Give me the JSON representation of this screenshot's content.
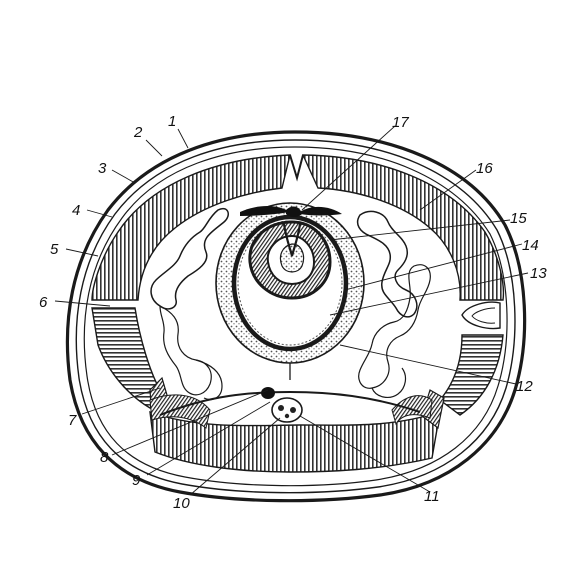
{
  "labels": [
    "1",
    "2",
    "3",
    "4",
    "5",
    "6",
    "7",
    "8",
    "9",
    "10",
    "11",
    "12",
    "13",
    "14",
    "15",
    "16",
    "17"
  ],
  "colors": {
    "ink": "#1a1a1a",
    "paper": "#ffffff",
    "muscle_fill": "#e9e9e9",
    "gut_fill": "#f4f4f4"
  }
}
